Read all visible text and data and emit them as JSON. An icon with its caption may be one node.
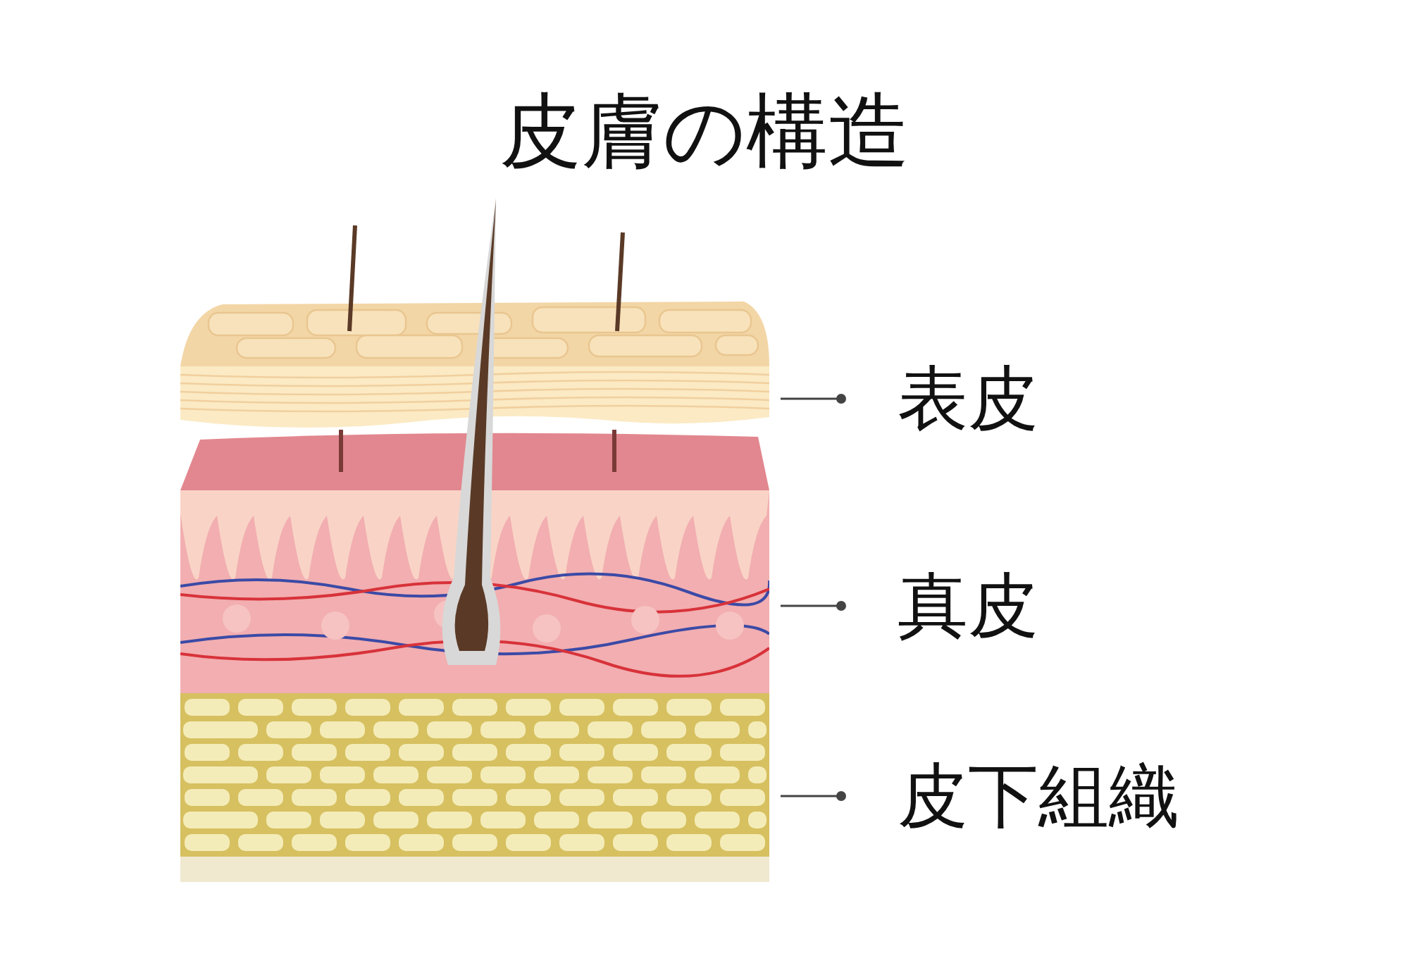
{
  "diagram": {
    "title": "皮膚の構造",
    "nodes": [
      {
        "text": [],
        "shape": "picture"
      },
      {
        "text": [],
        "shape": "picture"
      },
      {
        "text": [],
        "shape": "picture"
      },
      {
        "text": [
          "表皮"
        ]
      },
      {
        "text": [
          "真皮"
        ]
      },
      {
        "text": [
          "皮下組織"
        ]
      }
    ],
    "edges": [
      {
        "from": 3,
        "to": 0,
        "arrow": "other"
      },
      {
        "from": 4,
        "to": 1,
        "arrow": "other"
      },
      {
        "from": 5,
        "to": 2,
        "arrow": "other"
      }
    ]
  }
}
